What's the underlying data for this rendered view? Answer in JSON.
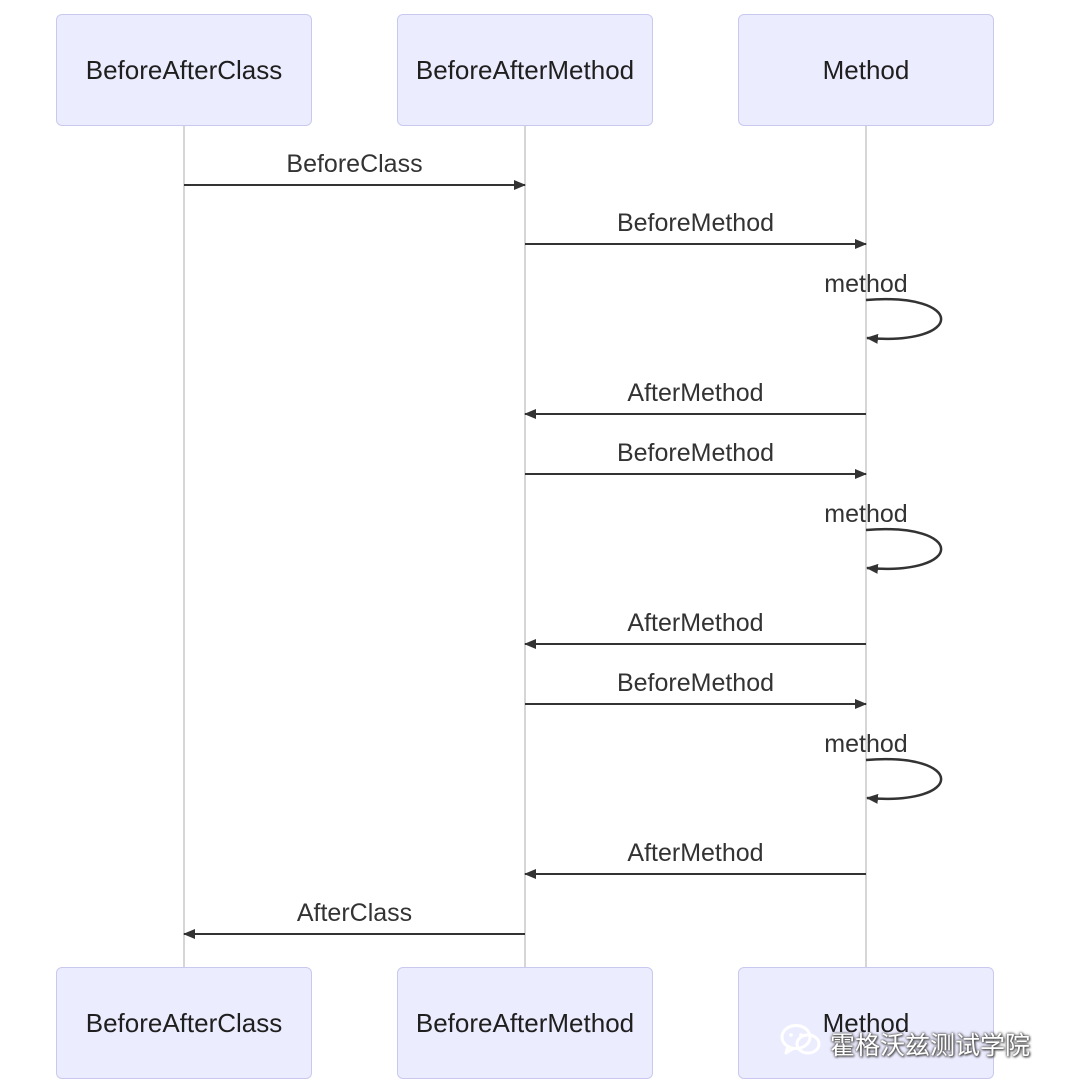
{
  "actors": [
    {
      "id": "a1",
      "label": "BeforeAfterClass"
    },
    {
      "id": "a2",
      "label": "BeforeAfterMethod"
    },
    {
      "id": "a3",
      "label": "Method"
    }
  ],
  "messages": [
    {
      "from": 0,
      "to": 1,
      "label": "BeforeClass"
    },
    {
      "from": 1,
      "to": 2,
      "label": "BeforeMethod"
    },
    {
      "from": 2,
      "to": 2,
      "label": "method"
    },
    {
      "from": 2,
      "to": 1,
      "label": "AfterMethod"
    },
    {
      "from": 1,
      "to": 2,
      "label": "BeforeMethod"
    },
    {
      "from": 2,
      "to": 2,
      "label": "method"
    },
    {
      "from": 2,
      "to": 1,
      "label": "AfterMethod"
    },
    {
      "from": 1,
      "to": 2,
      "label": "BeforeMethod"
    },
    {
      "from": 2,
      "to": 2,
      "label": "method"
    },
    {
      "from": 2,
      "to": 1,
      "label": "AfterMethod"
    },
    {
      "from": 1,
      "to": 0,
      "label": "AfterClass"
    }
  ],
  "watermark": {
    "text": "霍格沃兹测试学院",
    "icon": "wechat-icon"
  },
  "colors": {
    "actor_fill": "#ececff",
    "actor_border": "#c9c9f0",
    "lifeline": "#c8c8c8",
    "arrow": "#333333"
  }
}
